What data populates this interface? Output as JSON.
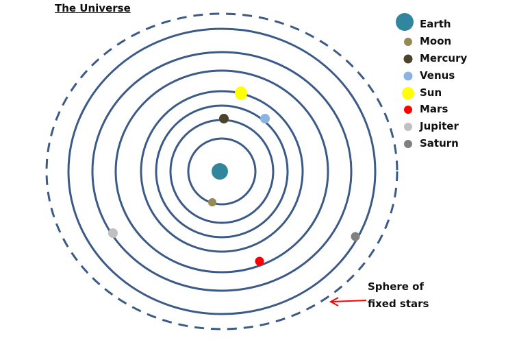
{
  "title": "The Universe",
  "center": {
    "name": "Earth",
    "color": "#31859c"
  },
  "orbits": [
    {
      "body": "Moon",
      "color": "#948a54"
    },
    {
      "body": "Mercury",
      "color": "#4a452a"
    },
    {
      "body": "Venus",
      "color": "#8db3e2"
    },
    {
      "body": "Sun",
      "color": "#ffff00"
    },
    {
      "body": "Mars",
      "color": "#ff0000"
    },
    {
      "body": "Jupiter",
      "color": "#c0c0c0"
    },
    {
      "body": "Saturn",
      "color": "#808080"
    }
  ],
  "legend": [
    {
      "label": "Earth",
      "color": "#31859c"
    },
    {
      "label": "Moon",
      "color": "#948a54"
    },
    {
      "label": "Mercury",
      "color": "#4a452a"
    },
    {
      "label": "Venus",
      "color": "#8db3e2"
    },
    {
      "label": "Sun",
      "color": "#ffff00"
    },
    {
      "label": "Mars",
      "color": "#ff0000"
    },
    {
      "label": "Jupiter",
      "color": "#c0c0c0"
    },
    {
      "label": "Saturn",
      "color": "#808080"
    }
  ],
  "outer_sphere": {
    "label_line1": "Sphere of",
    "label_line2": "fixed stars",
    "line_style": "dashed",
    "arrow_color": "#ff0000"
  },
  "orbit_color": "#3b5a87"
}
